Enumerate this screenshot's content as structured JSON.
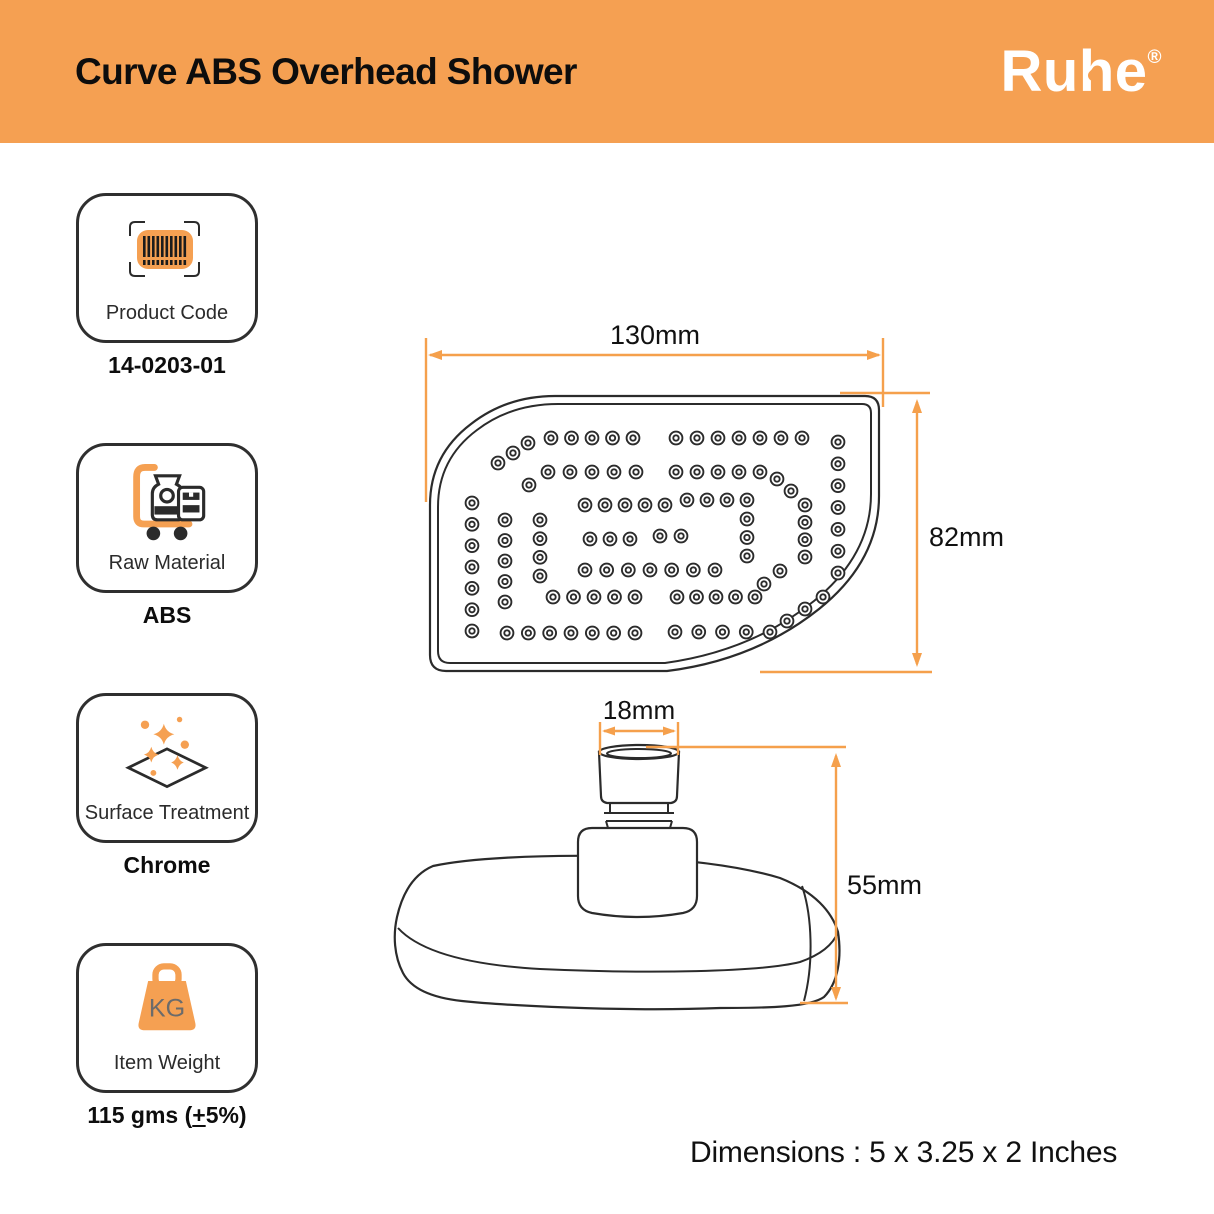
{
  "colors": {
    "accent": "#F5A052",
    "dim_line": "#F5A04C",
    "drawing_line": "#2b2b2b"
  },
  "header": {
    "title": "Curve ABS Overhead Shower",
    "brand": "Ruhe",
    "registered_mark": "®"
  },
  "spec_cards": [
    {
      "label": "Product Code",
      "value": "14-0203-01",
      "icon": "barcode-icon"
    },
    {
      "label": "Raw Material",
      "value": "ABS",
      "icon": "material-trolley-icon"
    },
    {
      "label": "Surface Treatment",
      "value": "Chrome",
      "icon": "sparkle-diamond-icon"
    },
    {
      "label": "Item Weight",
      "value_prefix": "115 gms (",
      "value_plus": "+",
      "value_suffix": "5%)",
      "icon": "kg-weight-icon",
      "icon_text": "KG"
    }
  ],
  "drawing": {
    "top_view": {
      "width_label": "130mm",
      "height_label": "82mm"
    },
    "side_view": {
      "connector_width_label": "18mm",
      "height_label": "55mm"
    }
  },
  "footer": {
    "dimensions_text": "Dimensions : 5 x 3.25 x 2 Inches"
  }
}
